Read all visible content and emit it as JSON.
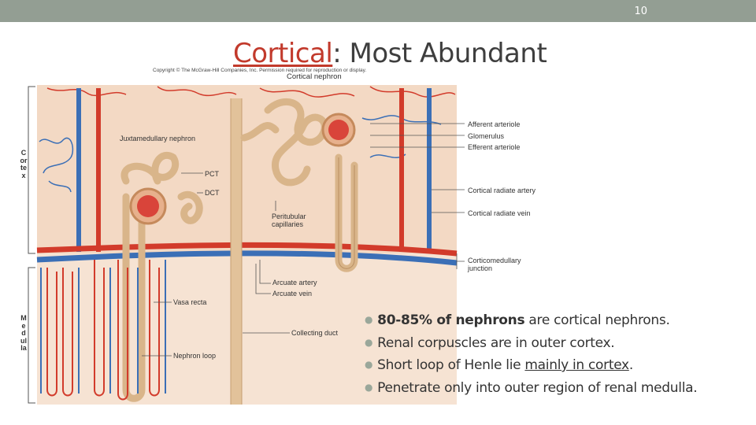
{
  "slide": {
    "number": "10"
  },
  "title": {
    "keyword": "Cortical",
    "rest": ": Most Abundant"
  },
  "figure": {
    "copyright": "Copyright © The McGraw-Hill Companies, Inc. Permission required for reproduction or display.",
    "labels": {
      "cortical_nephron": "Cortical nephron",
      "juxtamedullary_nephron": "Juxtamedullary nephron",
      "pct": "PCT",
      "dct": "DCT",
      "peritubular": "Peritubular capillaries",
      "afferent": "Afferent arteriole",
      "glomerulus": "Glomerulus",
      "efferent": "Efferent arteriole",
      "radiate_artery": "Cortical radiate artery",
      "radiate_vein": "Cortical radiate vein",
      "corticomedullary": "Corticomedullary junction",
      "arcuate_artery": "Arcuate artery",
      "arcuate_vein": "Arcuate vein",
      "collecting_duct": "Collecting duct",
      "vasa_recta": "Vasa recta",
      "nephron_loop": "Nephron loop"
    },
    "side_labels": {
      "cortex": "Cortex",
      "medulla": "Medulla"
    }
  },
  "bullets": [
    {
      "strong": "80-85% of nephrons",
      "after": " are cortical nephrons."
    },
    {
      "text": "Renal corpuscles are in outer cortex."
    },
    {
      "before": "Short loop of Henle lie ",
      "underline": "mainly in cortex",
      "after": "."
    },
    {
      "text": "Penetrate only into outer region  of renal medulla."
    }
  ]
}
